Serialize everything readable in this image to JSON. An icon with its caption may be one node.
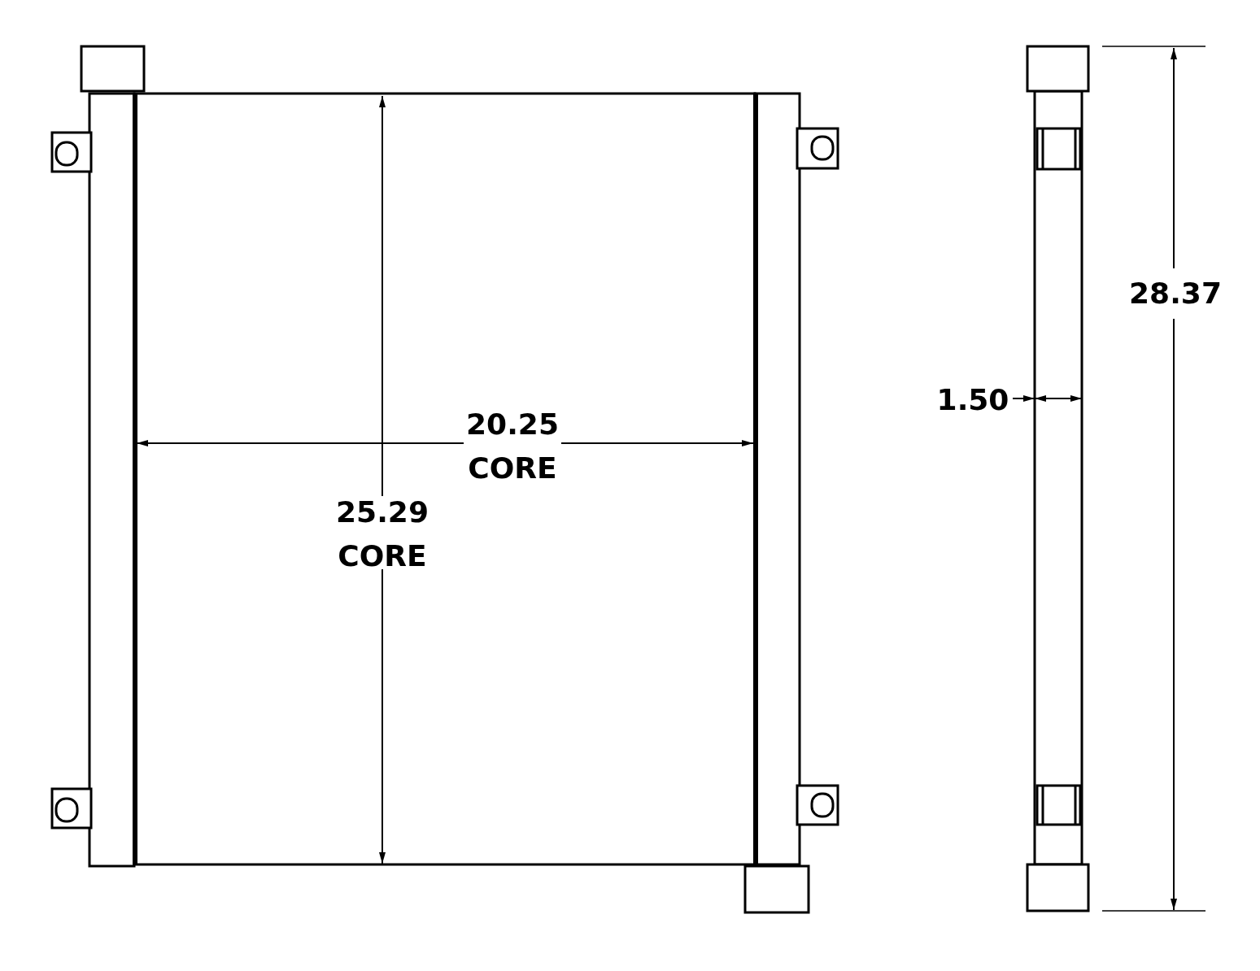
{
  "diagram": {
    "labels": [
      "20.25 CORE",
      "25.29 CORE",
      "1.50",
      "28.37"
    ]
  }
}
